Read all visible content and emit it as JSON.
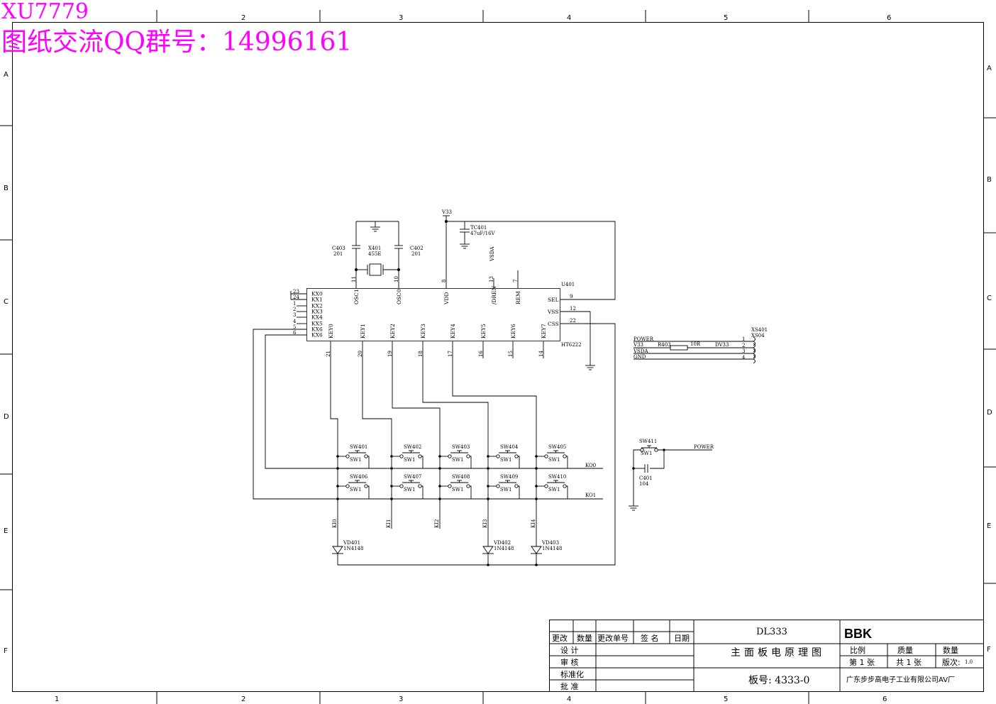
{
  "watermark": {
    "line1": "XU7779",
    "line2": "图纸交流QQ群号：14996161"
  },
  "frame": {
    "columns": [
      "2",
      "3",
      "4",
      "5",
      "6"
    ],
    "columns_bottom": [
      "1",
      "2",
      "3",
      "4",
      "5",
      "6"
    ],
    "rows": [
      "A",
      "B",
      "C",
      "D",
      "E",
      "F"
    ]
  },
  "ic": {
    "ref": "U401",
    "part": "HT6222",
    "left_pins": [
      {
        "num": "23",
        "name": "KX0"
      },
      {
        "num": "24",
        "name": "KX1"
      },
      {
        "num": "1",
        "name": "KX2"
      },
      {
        "num": "2",
        "name": "KX3"
      },
      {
        "num": "3",
        "name": "KX4"
      },
      {
        "num": "4",
        "name": "KX5"
      },
      {
        "num": "5",
        "name": "KX6"
      },
      {
        "num": "6",
        "name": "KX6"
      }
    ],
    "top_pins": [
      {
        "num": "11",
        "name": "OSC1"
      },
      {
        "num": "10",
        "name": "OSC0"
      },
      {
        "num": "8",
        "name": "VDD"
      },
      {
        "num": "13",
        "name": "/DREN"
      },
      {
        "num": "7",
        "name": "REM"
      }
    ],
    "right_pins": [
      {
        "num": "9",
        "name": "SEL"
      },
      {
        "num": "12",
        "name": "VSS"
      },
      {
        "num": "22",
        "name": "CSS"
      }
    ],
    "bottom_pins": [
      {
        "num": "21",
        "name": "KEY0"
      },
      {
        "num": "20",
        "name": "KEY1"
      },
      {
        "num": "19",
        "name": "KEY2"
      },
      {
        "num": "18",
        "name": "KEY3"
      },
      {
        "num": "17",
        "name": "KEY4"
      },
      {
        "num": "16",
        "name": "KEY5"
      },
      {
        "num": "15",
        "name": "KEY6"
      },
      {
        "num": "14",
        "name": "KEY7"
      }
    ]
  },
  "components": {
    "c403": {
      "ref": "C403",
      "value": "201"
    },
    "x401": {
      "ref": "X401",
      "value": "455E"
    },
    "c402": {
      "ref": "C402",
      "value": "201"
    },
    "tc401": {
      "ref": "TC401",
      "value": "47uF/16V"
    },
    "v33": "V33",
    "vsda": "VSDA",
    "c401": {
      "ref": "C401",
      "value": "104"
    },
    "sw411": {
      "ref": "SW411",
      "type": "SW1"
    },
    "power": "POWER"
  },
  "switch_type": "SW1",
  "switches_row1": [
    "SW401",
    "SW402",
    "SW403",
    "SW404",
    "SW405"
  ],
  "switches_row2": [
    "SW406",
    "SW407",
    "SW408",
    "SW409",
    "SW410"
  ],
  "ko": [
    "KO0",
    "KO1"
  ],
  "ki": [
    "KI0",
    "KI1",
    "KI2",
    "KI3",
    "KI4"
  ],
  "diodes": [
    {
      "ref": "VD401",
      "part": "1N4148"
    },
    {
      "ref": "VD402",
      "part": "1N4148"
    },
    {
      "ref": "VD403",
      "part": "1N4148"
    }
  ],
  "connector": {
    "ref1": "XS401",
    "ref2": "XS04",
    "resistor": {
      "ref": "R403",
      "value": "10R"
    },
    "pins": [
      {
        "num": "1",
        "left": "POWER",
        "mid": ""
      },
      {
        "num": "2",
        "left": "V33",
        "mid": "DV33"
      },
      {
        "num": "3",
        "left": "VSDA",
        "mid": ""
      },
      {
        "num": "4",
        "left": "GND",
        "mid": ""
      }
    ]
  },
  "title_block": {
    "h_change": "更改",
    "h_qty": "数量",
    "h_order": "更改单号",
    "h_sign": "签 名",
    "h_date": "日期",
    "design": "设 计",
    "review": "审 核",
    "standard": "标准化",
    "approve": "批 准",
    "model": "DL333",
    "title": "主面板电原理图",
    "board": "板号: 4333-0",
    "brand": "BBK",
    "scale": "比例",
    "mass": "质量",
    "quantity": "数量",
    "sheet": "第 1 张",
    "total": "共 1 张",
    "version": "版次:",
    "version_value": "1.0",
    "company": "广东步步高电子工业有限公司AV厂"
  }
}
